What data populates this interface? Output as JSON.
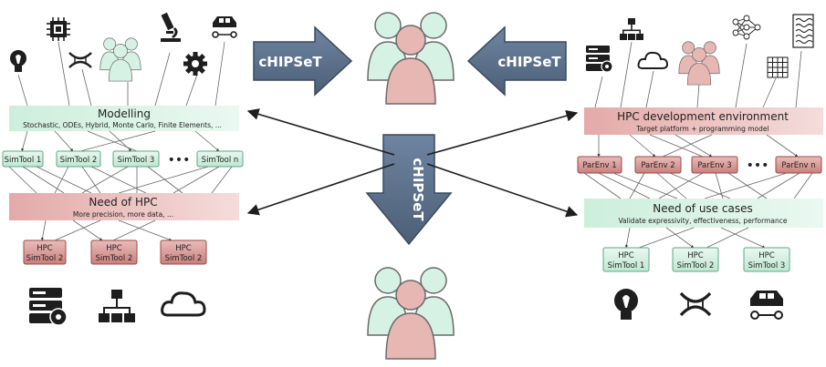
{
  "colors": {
    "green_fill": "#d6f2e4",
    "green_stroke": "#5aa986",
    "red_fill": "#e7b7b4",
    "red_stroke": "#9c4a48",
    "arrow_fill": "#5b6f87",
    "arrow_stroke": "#3a4a5c",
    "icon_dark": "#1e1e1e"
  },
  "center": {
    "arrow_left_label": "cHIPSeT",
    "arrow_right_label": "cHIPSeT",
    "arrow_down_label": "cHIPSeT"
  },
  "left": {
    "modelling_title": "Modelling",
    "modelling_subtitle": "Stochastic, ODEs, Hybrid, Monte Carlo, Finite Elements, ...",
    "simtools": [
      "SimTool 1",
      "SimTool 2",
      "SimTool 3",
      "SimTool n"
    ],
    "ellipsis": "•••",
    "need_title": "Need of HPC",
    "need_subtitle": "More precision, more data, ...",
    "hpc_box_line1": "HPC",
    "hpc_boxes": [
      "SimTool 2",
      "SimTool 2",
      "SimTool 2"
    ],
    "top_icons": [
      "lightbulb-icon",
      "chip-icon",
      "dna-icon",
      "people-icon",
      "microscope-icon",
      "gear-icon",
      "car-icon"
    ],
    "bottom_icons": [
      "server-icon",
      "network-icon",
      "cloud-icon"
    ]
  },
  "right": {
    "hpcdev_title": "HPC development environment",
    "hpcdev_subtitle": "Target platform + programming model",
    "parenvs": [
      "ParEnv 1",
      "ParEnv 2",
      "ParEnv 3",
      "ParEnv n"
    ],
    "ellipsis": "•••",
    "need_title": "Need of use cases",
    "need_subtitle": "Validate expressivity, effectiveness, performance",
    "hpc_box_line1": "HPC",
    "hpc_boxes": [
      "SimTool 1",
      "SimTool 2",
      "SimTool 3"
    ],
    "top_icons": [
      "server-icon",
      "network-icon",
      "cloud-icon",
      "people-icon",
      "neural-net-icon",
      "grid-icon",
      "dataflow-icon"
    ],
    "bottom_icons": [
      "lightbulb-icon",
      "dna-icon",
      "car-icon"
    ]
  }
}
